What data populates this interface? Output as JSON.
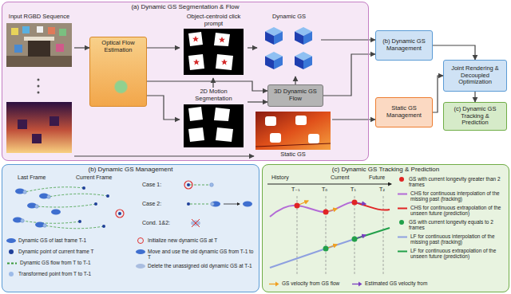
{
  "diagram": {
    "nodes": [
      {
        "text": [
          "(a) Dynamic GS Segmentation & Flow"
        ]
      },
      {
        "text": [
          "Input RGBD Sequence"
        ],
        "in": 0
      },
      {
        "text": [
          "Optical Flow Estimation"
        ],
        "in": 0
      },
      {
        "text": [
          "Object-centroid click prompt"
        ],
        "in": 0
      },
      {
        "text": [
          "2D Motion Segmentation"
        ],
        "in": 0
      },
      {
        "text": [
          "Dynamic GS"
        ],
        "in": 0
      },
      {
        "text": [
          "3D Dynamic GS Flow"
        ],
        "in": 0
      },
      {
        "text": [
          "Static GS"
        ],
        "in": 0
      },
      {
        "text": [
          "(b) Dynamic GS Management"
        ]
      },
      {
        "text": [
          "Joint Rendering & Decoupled Optimization"
        ]
      },
      {
        "text": [
          "Static GS Management"
        ]
      },
      {
        "text": [
          "(c) Dynamic GS Tracking & Prediction"
        ]
      },
      {
        "text": [
          "(b) Dynamic GS Management"
        ]
      },
      {
        "text": [
          "(c) Dynamic GS Tracking & Prediction"
        ]
      }
    ],
    "edges": [
      {
        "from": 1,
        "to": 2,
        "arrow": "to"
      },
      {
        "from": 1,
        "to": 7,
        "arrow": "to"
      },
      {
        "from": 2,
        "to": 3,
        "arrow": "to"
      },
      {
        "from": 2,
        "to": 4,
        "arrow": "to"
      },
      {
        "from": 4,
        "to": 3,
        "arrow": "to"
      },
      {
        "from": 3,
        "to": 5,
        "arrow": "to"
      },
      {
        "from": 2,
        "to": 6,
        "arrow": "to"
      },
      {
        "from": 4,
        "to": 6,
        "arrow": "to"
      },
      {
        "from": 6,
        "to": 5,
        "arrow": "to"
      },
      {
        "from": 5,
        "to": 8,
        "arrow": "to"
      },
      {
        "from": 6,
        "to": 8,
        "arrow": "to"
      },
      {
        "from": 7,
        "to": 10,
        "arrow": "to"
      },
      {
        "from": 8,
        "to": 9,
        "arrow": "to"
      },
      {
        "from": 10,
        "to": 9,
        "arrow": "to"
      },
      {
        "from": 9,
        "to": 11,
        "arrow": "to"
      }
    ],
    "labels": [
      "Last Frame",
      "Current Frame",
      "Case 1:",
      "Case 2:",
      "Cond. 1&2:",
      "History",
      "Current",
      "Future",
      "T₋₁",
      "T₀",
      "T₁",
      "T₂"
    ],
    "legend": [
      {
        "text": "Dynamic GS of last frame T-1",
        "color": "#3f6fcf"
      },
      {
        "text": "Dynamic point of current frame T",
        "color": "#1f3f99"
      },
      {
        "text": "Dynamic GS flow from T to T-1"
      },
      {
        "text": "Transformed point from T to T-1",
        "color": "#9dbbe8"
      },
      {
        "text": "Initialize new dynamic GS at T",
        "color": "#e0312f"
      },
      {
        "text": "Move and use the old dynamic GS from T-1 to T",
        "color": "#3f6fcf"
      },
      {
        "text": "Delete the unassigned old dynamic GS at T-1",
        "color": "#a9bde0"
      },
      {
        "text": "GS with current longevity greater than 2 frames",
        "color": "#e02424"
      },
      {
        "text": "CHS for continuous interpolation of the missing past (tracking)"
      },
      {
        "text": "CHS for continuous extrapolation of the unseen future (prediction)"
      },
      {
        "text": "GS with current longevity equals to 2 frames",
        "color": "#22a04a"
      },
      {
        "text": "LF for continuous interpolation of the missing past (tracking)"
      },
      {
        "text": "LF for continuous extrapolation of the unseen future (prediction)"
      },
      {
        "text": "GS velocity from GS flow"
      },
      {
        "text": "Estimated GS velocity from"
      }
    ]
  }
}
